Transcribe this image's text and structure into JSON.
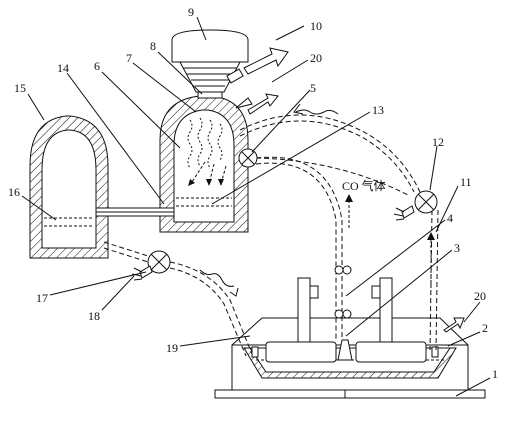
{
  "labels": {
    "n1": "1",
    "n2": "2",
    "n3": "3",
    "n4": "4",
    "n5": "5",
    "n6": "6",
    "n7": "7",
    "n8": "8",
    "n9": "9",
    "n10": "10",
    "n11": "11",
    "n12": "12",
    "n13": "13",
    "n14": "14",
    "n15": "15",
    "n16": "16",
    "n17": "17",
    "n18": "18",
    "n19": "19",
    "n20a": "20",
    "n20b": "20"
  },
  "gas_label": "CO 气体",
  "colors": {
    "ink": "#111111",
    "background": "#ffffff"
  }
}
